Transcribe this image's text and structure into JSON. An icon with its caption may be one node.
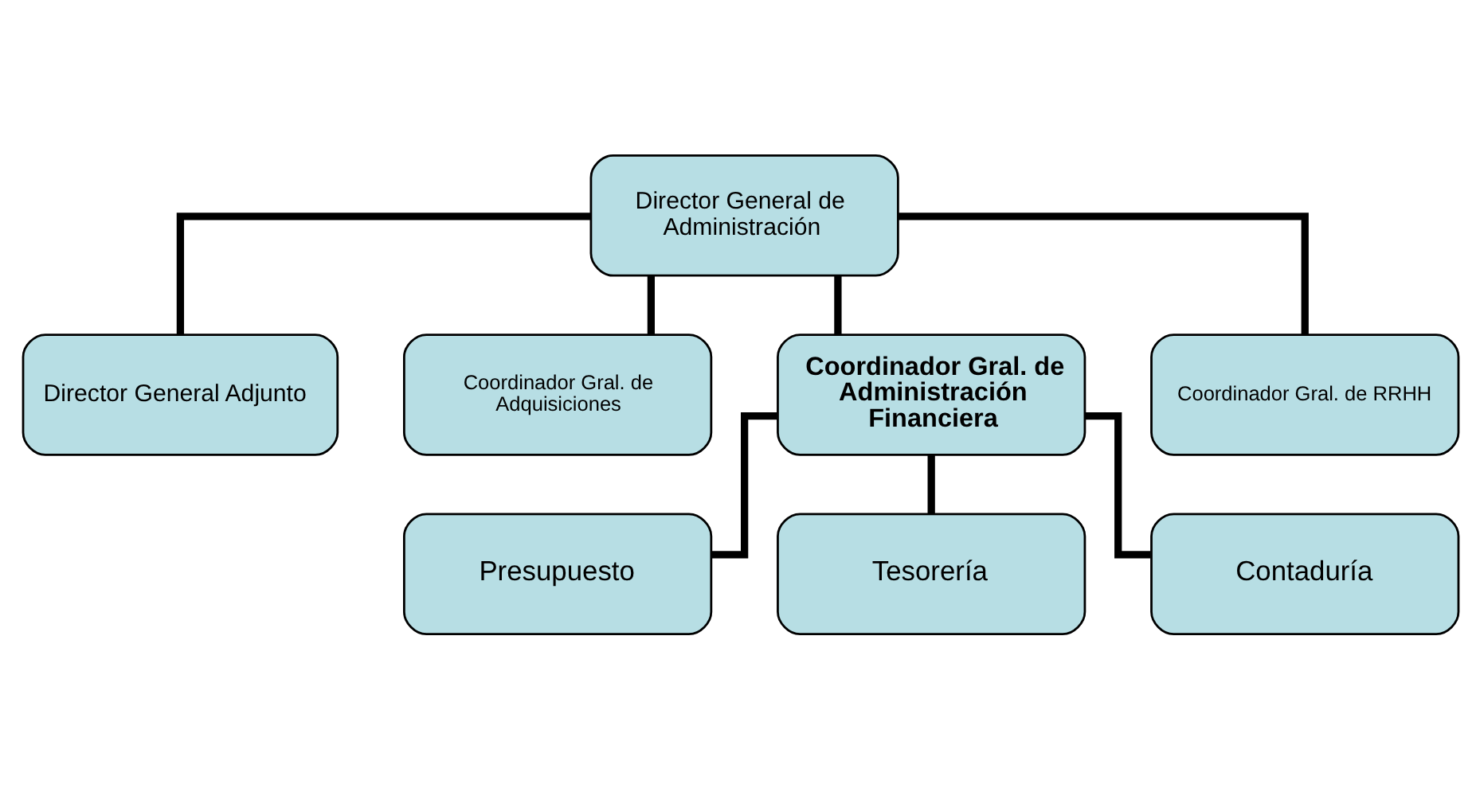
{
  "diagram": {
    "nodes": [
      {
        "text": [
          "Director General de Administración"
        ]
      },
      {
        "text": [
          "Director General Adjunto"
        ]
      },
      {
        "text": [
          "Coordinador Gral. de Adquisiciones"
        ]
      },
      {
        "text": [
          "Coordinador Gral. de Administración Financiera"
        ]
      },
      {
        "text": [
          "Coordinador Gral. de RRHH"
        ]
      },
      {
        "text": [
          "Presupuesto"
        ]
      },
      {
        "text": [
          "Tesorería"
        ]
      },
      {
        "text": [
          "Contaduría"
        ]
      }
    ],
    "edges": [
      {
        "from": 0,
        "to": 1,
        "arrow": "none"
      },
      {
        "from": 0,
        "to": 2,
        "arrow": "none"
      },
      {
        "from": 0,
        "to": 3,
        "arrow": "none"
      },
      {
        "from": 0,
        "to": 4,
        "arrow": "none"
      },
      {
        "from": 3,
        "to": 5,
        "arrow": "none"
      },
      {
        "from": 3,
        "to": 6,
        "arrow": "none"
      },
      {
        "from": 3,
        "to": 7,
        "arrow": "none"
      }
    ]
  }
}
